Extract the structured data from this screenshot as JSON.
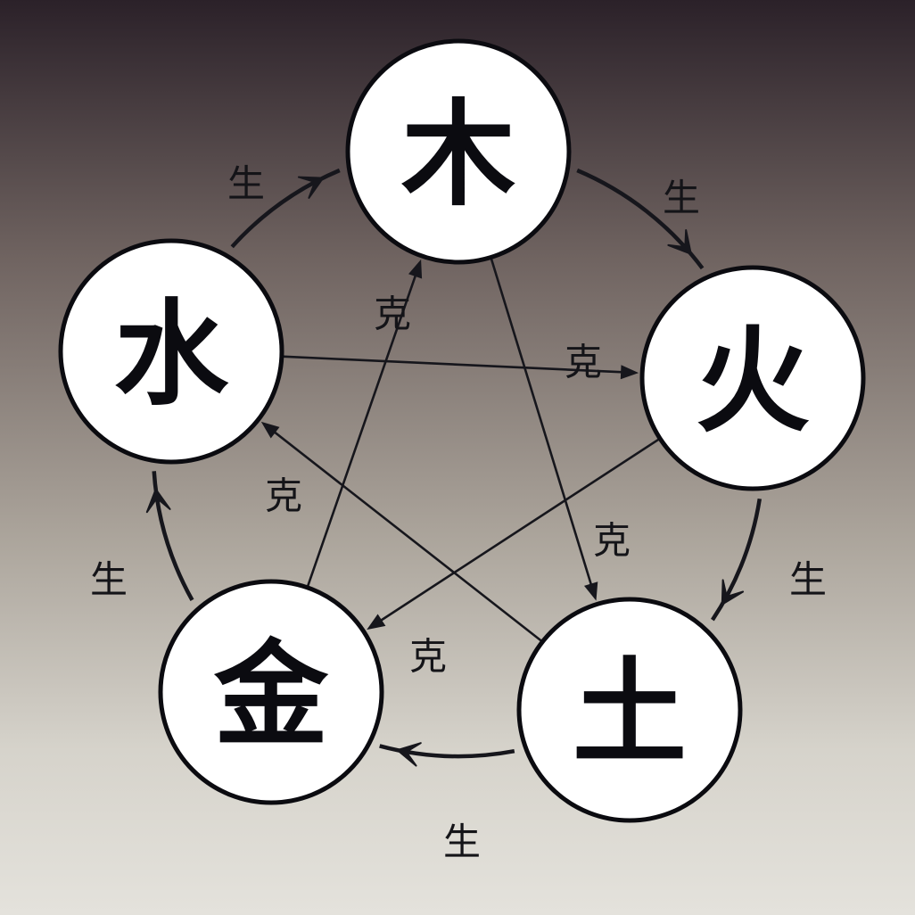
{
  "elements": [
    {
      "id": "wood",
      "label": "木"
    },
    {
      "id": "fire",
      "label": "火"
    },
    {
      "id": "earth",
      "label": "土"
    },
    {
      "id": "metal",
      "label": "金"
    },
    {
      "id": "water",
      "label": "水"
    }
  ],
  "generating_cycle": {
    "label": "生",
    "links": [
      {
        "from": "wood",
        "to": "fire"
      },
      {
        "from": "fire",
        "to": "earth"
      },
      {
        "from": "earth",
        "to": "metal"
      },
      {
        "from": "metal",
        "to": "water"
      },
      {
        "from": "water",
        "to": "wood"
      }
    ]
  },
  "controlling_cycle": {
    "label": "克",
    "links": [
      {
        "from": "wood",
        "to": "earth"
      },
      {
        "from": "earth",
        "to": "water"
      },
      {
        "from": "water",
        "to": "fire"
      },
      {
        "from": "fire",
        "to": "metal"
      },
      {
        "from": "metal",
        "to": "wood"
      }
    ]
  },
  "colors": {
    "node_fill": "#ffffff",
    "node_stroke": "#0b0b10",
    "line": "#16161c",
    "text": "#0b0b10"
  }
}
